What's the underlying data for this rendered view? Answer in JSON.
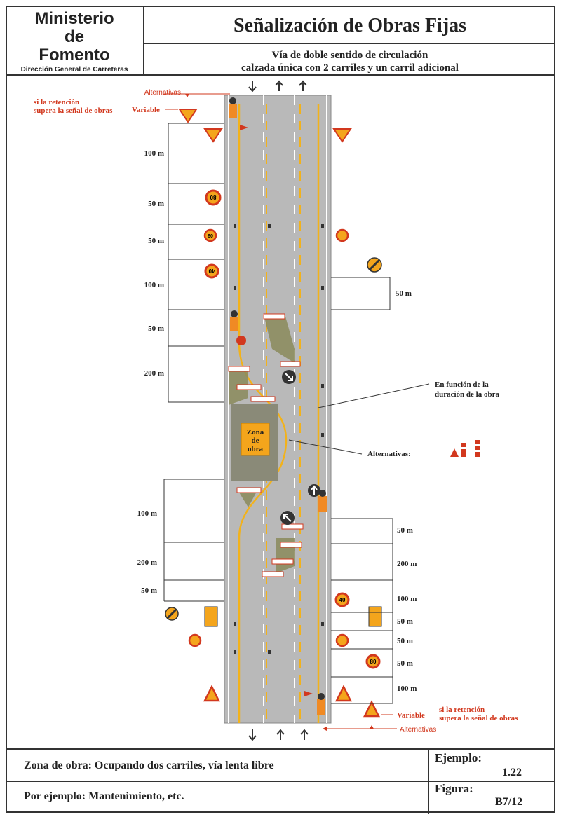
{
  "header": {
    "org_line1": "Ministerio",
    "org_line2": "de",
    "org_line3": "Fomento",
    "org_dept": "Dirección General de Carreteras",
    "title": "Señalización de Obras Fijas",
    "subtitle_line1": "Vía de doble sentido de circulación",
    "subtitle_line2": "calzada única con 2 carriles y un carril adicional"
  },
  "diagram": {
    "top_alternativas": "Alternativas",
    "top_retencion_line1": "si la retención",
    "top_retencion_line2": "supera la señal de obras",
    "top_variable": "Variable",
    "left_distances": [
      "100 m",
      "50 m",
      "50 m",
      "100 m",
      "50 m",
      "200 m"
    ],
    "lower_left_distances": [
      "100 m",
      "200 m",
      "50 m"
    ],
    "right_upper_distance": "50 m",
    "right_lower_distances": [
      "50 m",
      "200 m",
      "100 m",
      "50 m",
      "50 m",
      "50 m",
      "100 m"
    ],
    "en_funcion_line1": "En función de la",
    "en_funcion_line2": "duración de la obra",
    "alternativas_label": "Alternativas:",
    "zona_line1": "Zona",
    "zona_line2": "de",
    "zona_line3": "obra",
    "bottom_retencion_line1": "si la retención",
    "bottom_retencion_line2": "supera la señal de obras",
    "bottom_variable": "Variable",
    "bottom_alternativas": "Alternativas",
    "speed_signs": [
      "80",
      "60",
      "40",
      "40",
      "80"
    ],
    "colors": {
      "road": "#b9b9b9",
      "yellow": "#f2b21b",
      "red": "#d2381e",
      "zone": "#8a8a78",
      "work": "#f4a51c"
    }
  },
  "footer": {
    "zona_text": "Zona de obra: Ocupando dos carriles, vía lenta libre",
    "ejemplo_text": "Por ejemplo: Mantenimiento, etc.",
    "ejemplo_label": "Ejemplo:",
    "ejemplo_value": "1.22",
    "figura_label": "Figura:",
    "figura_value": "B7/12"
  }
}
